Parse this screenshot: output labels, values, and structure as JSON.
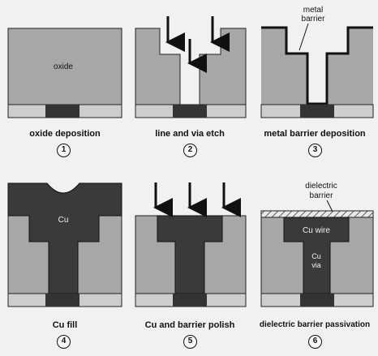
{
  "panels": [
    {
      "caption": "oxide deposition",
      "step": "1",
      "labels": {
        "oxide": "oxide"
      }
    },
    {
      "caption": "line and via etch",
      "step": "2"
    },
    {
      "caption": "metal barrier deposition",
      "step": "3",
      "labels": {
        "barrier_line1": "metal",
        "barrier_line2": "barrier"
      }
    },
    {
      "caption": "Cu fill",
      "step": "4",
      "labels": {
        "cu": "Cu"
      }
    },
    {
      "caption": "Cu and barrier polish",
      "step": "5"
    },
    {
      "caption": "dielectric barrier passivation",
      "step": "6",
      "labels": {
        "barrier_line1": "dielectric",
        "barrier_line2": "barrier",
        "wire": "Cu wire",
        "via_line1": "Cu",
        "via_line2": "via"
      }
    }
  ],
  "colors": {
    "oxide": "#a7a7a7",
    "substrate": "#cdcdcd",
    "metal": "#343434",
    "dark_fill": "#3c3c3c",
    "background": "#f1f1f1"
  }
}
